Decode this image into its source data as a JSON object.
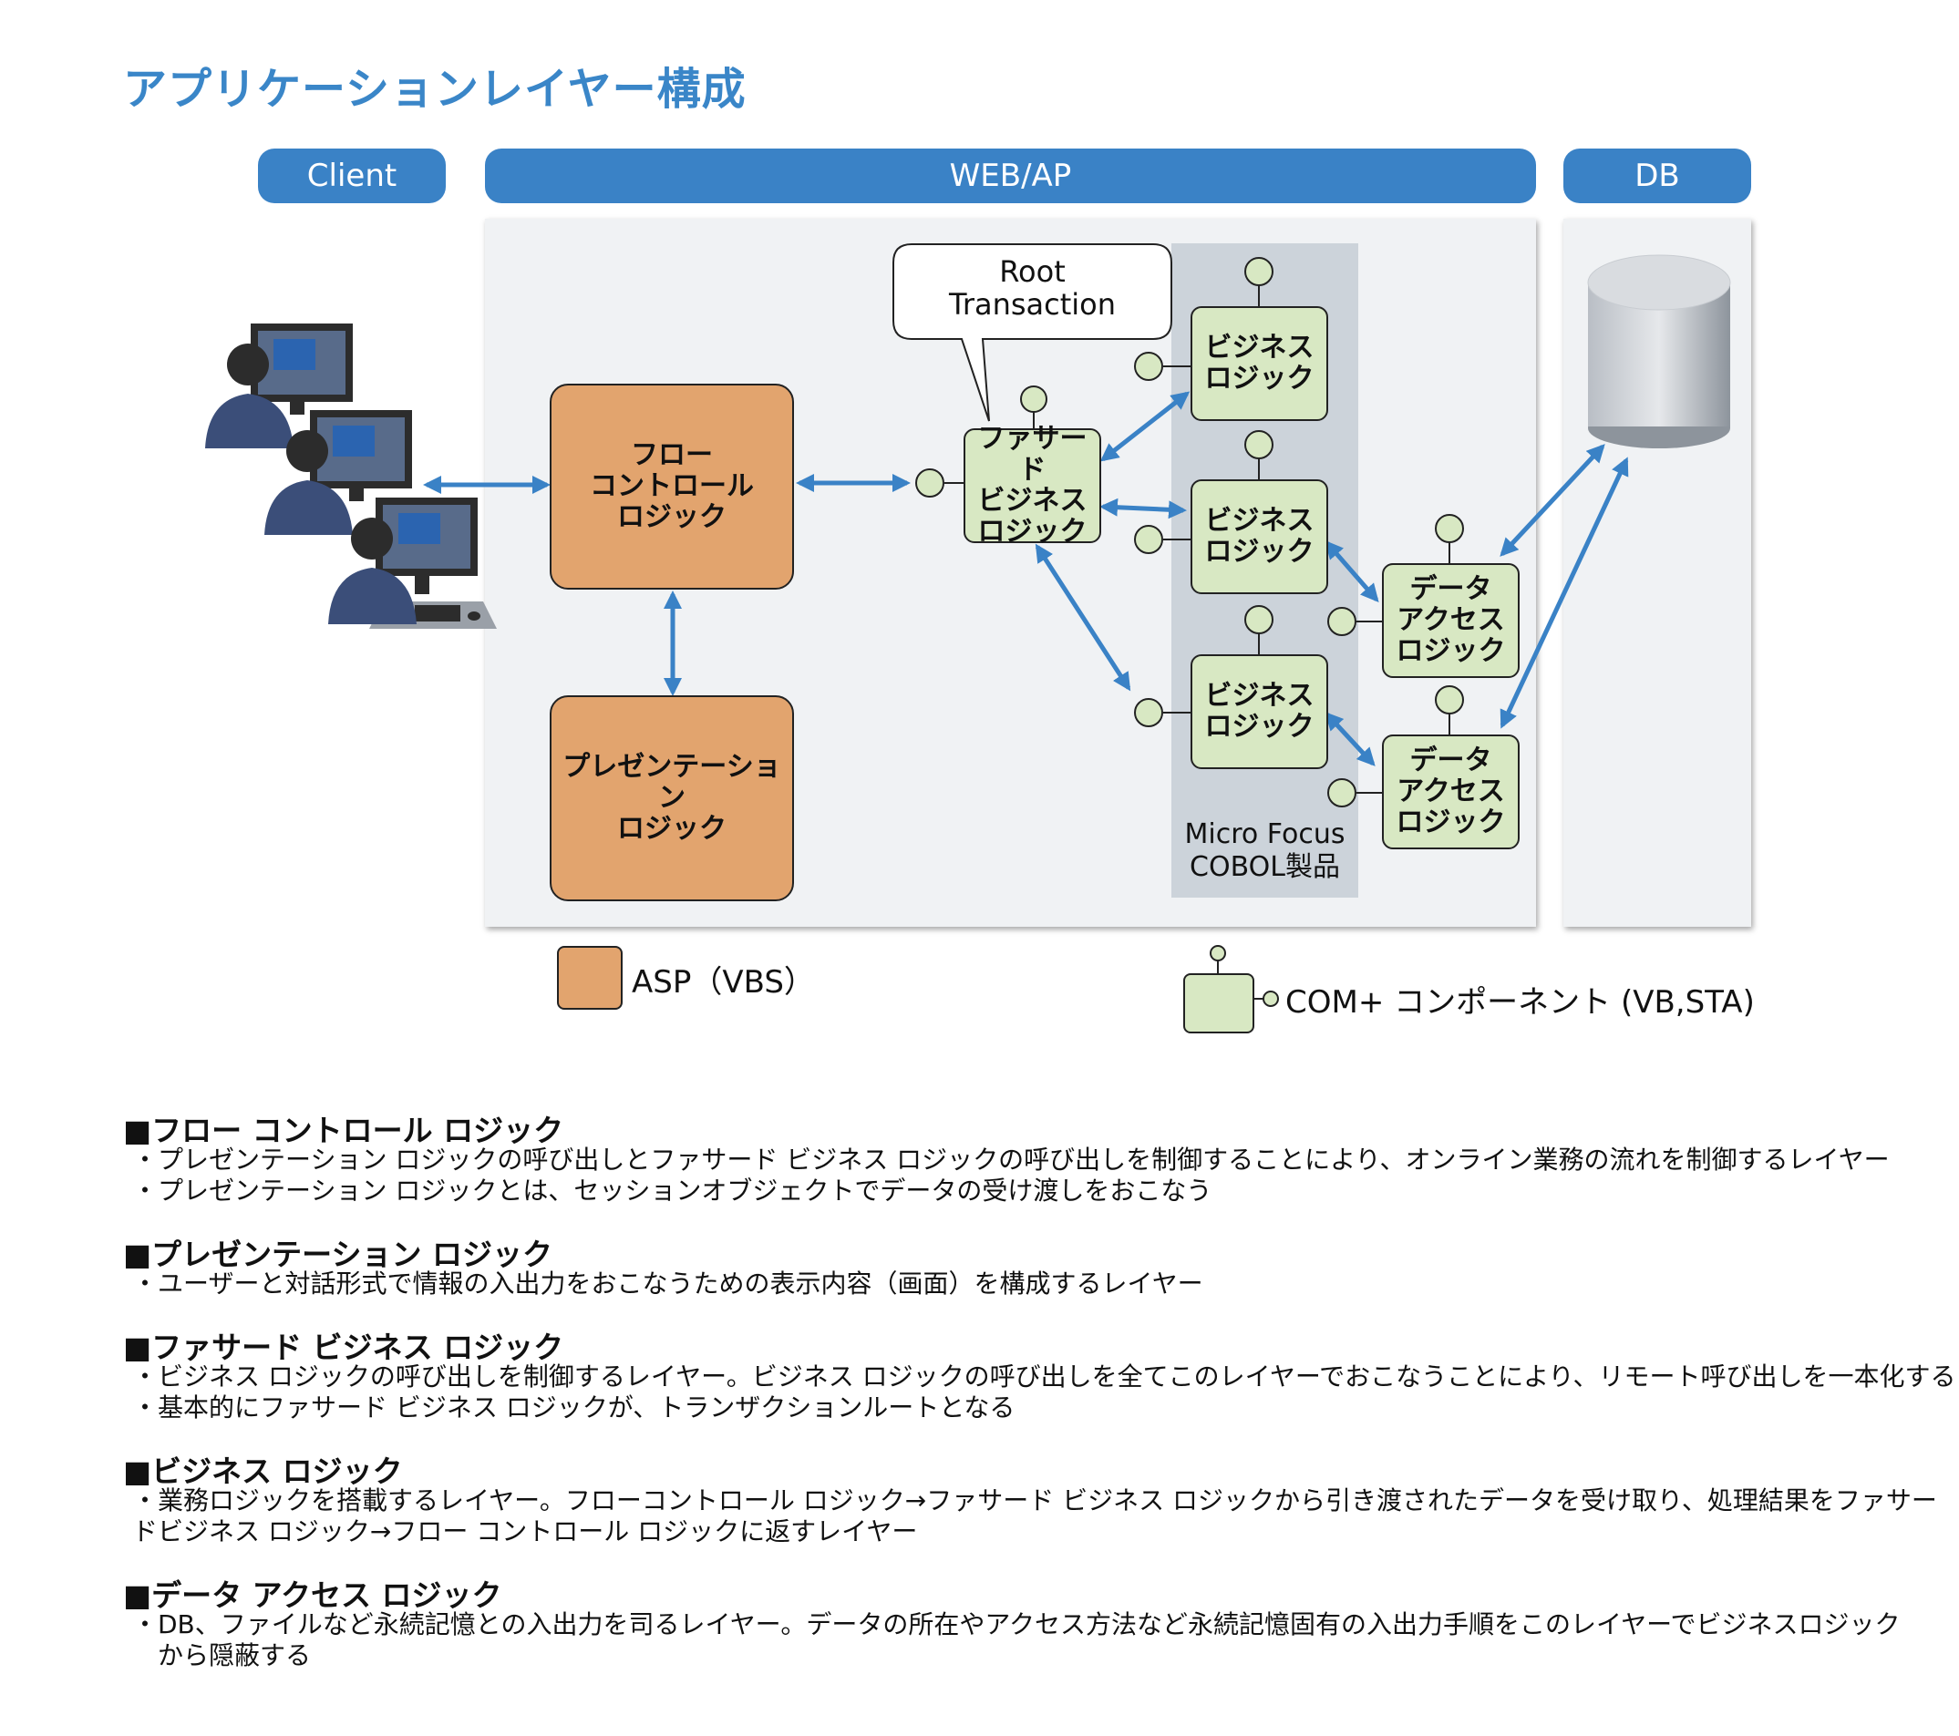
{
  "title": "アプリケーションレイヤー構成",
  "headers": {
    "client": "Client",
    "webap": "WEB/AP",
    "db": "DB"
  },
  "nodes": {
    "flow": "フロー\nコントロール\nロジック",
    "presentation": "プレゼンテーション\nロジック",
    "facade": "ファサード\nビジネス\nロジック",
    "business1": "ビジネス\nロジック",
    "business2": "ビジネス\nロジック",
    "business3": "ビジネス\nロジック",
    "data_access1": "データ\nアクセス\nロジック",
    "data_access2": "データ\nアクセス\nロジック"
  },
  "callout": "Root\nTransaction",
  "cobol_label": "Micro Focus\nCOBOL製品",
  "legend": {
    "asp": "ASP（VBS）",
    "com": "COM+ コンポーネント (VB,STA)"
  },
  "sections": [
    {
      "heading": "■フロー コントロール ロジック",
      "lines": [
        "・プレゼンテーション ロジックの呼び出しとファサード ビジネス ロジックの呼び出しを制御することにより、オンライン業務の流れを制御するレイヤー",
        "・プレゼンテーション ロジックとは、セッションオブジェクトでデータの受け渡しをおこなう"
      ]
    },
    {
      "heading": "■プレゼンテーション ロジック",
      "lines": [
        "・ユーザーと対話形式で情報の入出力をおこなうための表示内容（画面）を構成するレイヤー"
      ]
    },
    {
      "heading": "■ファサード ビジネス ロジック",
      "lines": [
        "・ビジネス ロジックの呼び出しを制御するレイヤー。ビジネス ロジックの呼び出しを全てこのレイヤーでおこなうことにより、リモート呼び出しを一本化する",
        "・基本的にファサード ビジネス ロジックが、トランザクションルートとなる"
      ]
    },
    {
      "heading": "■ビジネス ロジック",
      "lines": [
        "・業務ロジックを搭載するレイヤー。フローコントロール ロジック→ファサード ビジネス ロジックから引き渡されたデータを受け取り、処理結果をファサード",
        "　ビジネス ロジック→フロー コントロール ロジックに返すレイヤー"
      ]
    },
    {
      "heading": "■データ アクセス ロジック",
      "lines": [
        "・DB、ファイルなど永続記憶との入出力を司るレイヤー。データの所在やアクセス方法など永続記憶固有の入出力手順をこのレイヤーでビジネスロジック",
        "　から隠蔽する"
      ]
    }
  ],
  "colors": {
    "accent": "#3a82c6",
    "asp": "#e2a46e",
    "com": "#d8e8c3",
    "panel": "#f0f2f4",
    "cobol": "#ccd3da"
  }
}
